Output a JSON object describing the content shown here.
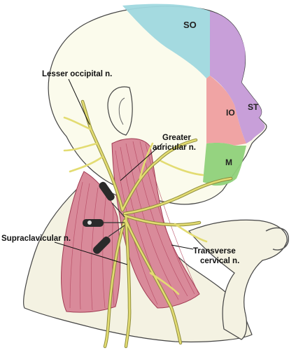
{
  "colors": {
    "skin": "#fbfbec",
    "outline": "#444444",
    "muscle": "#d98a9a",
    "muscle_line": "#b4455f",
    "nerve": "#d9d36a",
    "nerve_edge": "#8c8a3a",
    "zone_SO": "#9fd8df",
    "zone_ST": "#c59ad8",
    "zone_IO": "#ef9fa0",
    "zone_M": "#8fd17a",
    "needle": "#2a2a2a"
  },
  "zones": {
    "so": "SO",
    "st": "ST",
    "io": "IO",
    "m": "M"
  },
  "labels": {
    "lesser_occipital": "Lesser occipital n.",
    "greater_auricular_1": "Greater",
    "greater_auricular_2": "auricular n.",
    "supraclavicular": "Supraclavicular n.",
    "transverse_cervical_1": "Transverse",
    "transverse_cervical_2": "cervical n."
  }
}
